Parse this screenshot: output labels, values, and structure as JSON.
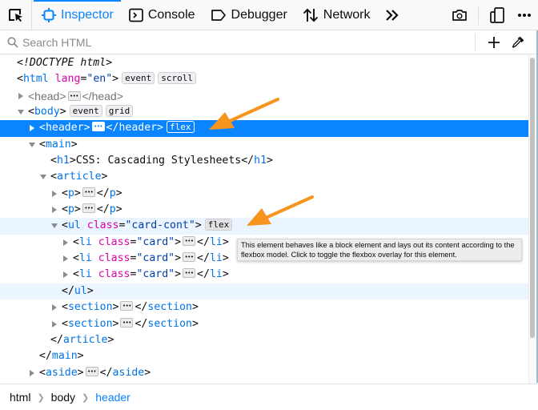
{
  "toolbar": {
    "tabs": [
      {
        "label": "Inspector",
        "icon": "inspector-icon",
        "selected": true
      },
      {
        "label": "Console",
        "icon": "console-icon",
        "selected": false
      },
      {
        "label": "Debugger",
        "icon": "debugger-icon",
        "selected": false
      },
      {
        "label": "Network",
        "icon": "network-icon",
        "selected": false
      }
    ],
    "overflow_icon": "chevron-double-right-icon",
    "right_icons": [
      "screenshot-icon",
      "responsive-design-icon",
      "more-icon"
    ],
    "accent_color": "#0a84ff"
  },
  "search": {
    "placeholder": "Search HTML",
    "value": "",
    "add_node_icon": "plus-icon",
    "eyedropper_icon": "eyedropper-icon"
  },
  "tree": {
    "doctype": "<!DOCTYPE html>",
    "html": {
      "open": "<",
      "tag": "html",
      "attr": "lang",
      "eq": "=",
      "val": "\"en\"",
      "close": ">",
      "badges": [
        "event",
        "scroll"
      ]
    },
    "head": {
      "open": "<head>",
      "close": "</head>"
    },
    "body": {
      "tag": "body",
      "badges": [
        "event",
        "grid"
      ]
    },
    "header": {
      "tag": "header",
      "badge": "flex"
    },
    "main": {
      "tag": "main"
    },
    "h1": {
      "tag": "h1",
      "text": "CSS: Cascading Stylesheets"
    },
    "article": {
      "tag": "article"
    },
    "p1": {
      "tag": "p"
    },
    "p2": {
      "tag": "p"
    },
    "ul": {
      "tag": "ul",
      "attr": "class",
      "val": "\"card-cont\"",
      "badge": "flex"
    },
    "li": {
      "tag": "li",
      "attr": "class",
      "val": "\"card\""
    },
    "section": {
      "tag": "section"
    },
    "aside": {
      "tag": "aside"
    }
  },
  "tooltip": {
    "text": "This element behaves like a block element and lays out its content according to the flexbox model. Click to toggle the flexbox overlay for this element."
  },
  "breadcrumbs": {
    "items": [
      "html",
      "body",
      "header"
    ],
    "current": "header"
  },
  "annotations": {
    "arrow_color": "#f7941d"
  }
}
